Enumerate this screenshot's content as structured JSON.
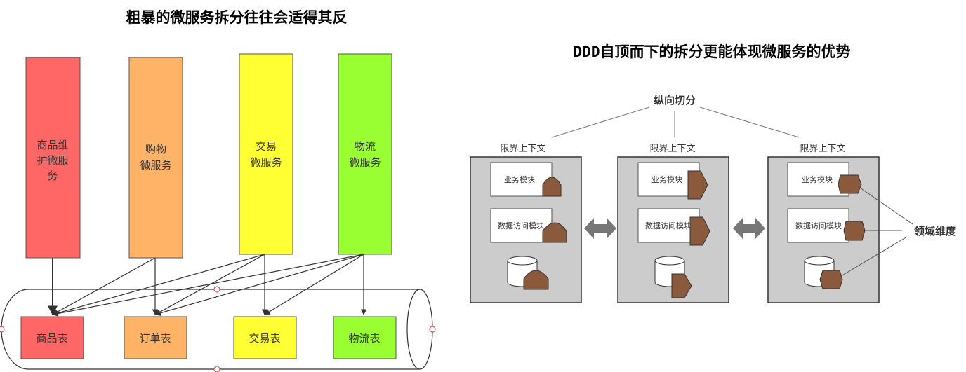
{
  "left": {
    "title": "粗暴的微服务拆分往往会适得其反",
    "services": [
      {
        "lines": [
          "商品维",
          "护微服",
          "务"
        ],
        "color": "#ff6666"
      },
      {
        "lines": [
          "购物",
          "微服务"
        ],
        "color": "#ffb366"
      },
      {
        "lines": [
          "交易",
          "微服务"
        ],
        "color": "#ffff33"
      },
      {
        "lines": [
          "物流",
          "微服务"
        ],
        "color": "#99ff33"
      }
    ],
    "tables": [
      {
        "label": "商品表",
        "color": "#ff6666"
      },
      {
        "label": "订单表",
        "color": "#ffb366"
      },
      {
        "label": "交易表",
        "color": "#ffff33"
      },
      {
        "label": "物流表",
        "color": "#99ff33"
      }
    ]
  },
  "right": {
    "title": "DDD自顶而下的拆分更能体现微服务的优势",
    "vertical_split": "纵向切分",
    "domain_dimension": "领域维度",
    "contexts": [
      {
        "label": "限界上下文",
        "business": "业务模块",
        "data_access": "数据访问模块"
      },
      {
        "label": "限界上下文",
        "business": "业务模块",
        "data_access": "数据访问模块"
      },
      {
        "label": "限界上下文",
        "business": "业务模块",
        "data_access": "数据访问模块"
      }
    ],
    "colors": {
      "panel": "#cccccc",
      "brown": "#8b5a3c",
      "arrow": "#777777"
    }
  }
}
